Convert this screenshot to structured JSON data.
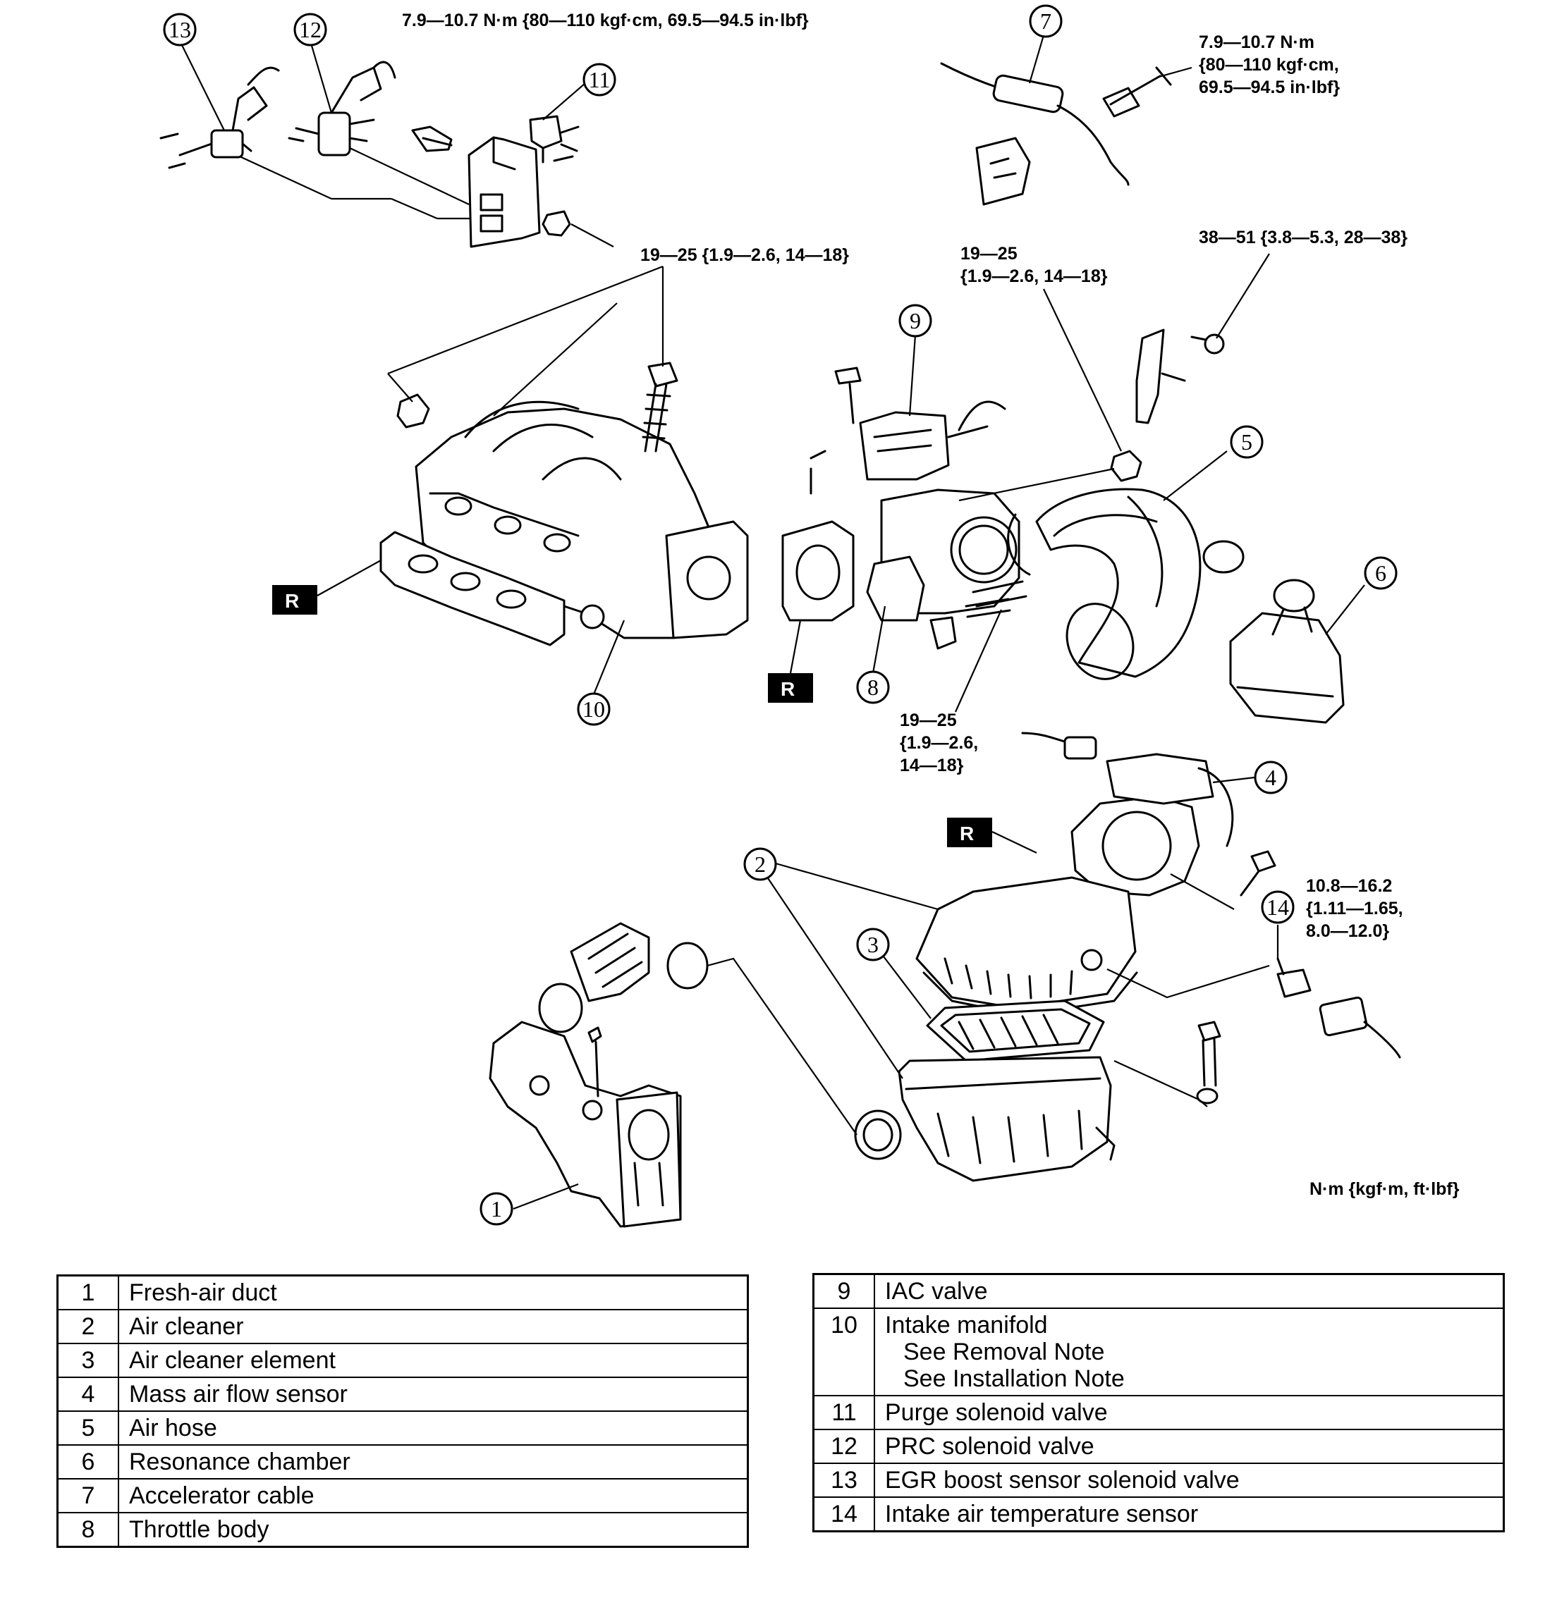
{
  "torque_specs": {
    "t_top_left": "7.9—10.7 N·m {80—110 kgf·cm, 69.5—94.5 in·lbf}",
    "t_top_right_1": "7.9—10.7 N·m",
    "t_top_right_2": "{80—110 kgf·cm,",
    "t_top_right_3": "69.5—94.5 in·lbf}",
    "t_manifold": "19—25 {1.9—2.6, 14—18}",
    "t_throttle_1": "19—25",
    "t_throttle_2": "{1.9—2.6, 14—18}",
    "t_bracket": "38—51 {3.8—5.3, 28—38}",
    "t_throttle_lower_1": "19—25",
    "t_throttle_lower_2": "{1.9—2.6,",
    "t_throttle_lower_3": "14—18}",
    "t_iat_1": "10.8—16.2",
    "t_iat_2": "{1.11—1.65,",
    "t_iat_3": "8.0—12.0}",
    "unit_note": "N·m {kgf·m, ft·lbf}"
  },
  "callouts": {
    "c1": "1",
    "c2": "2",
    "c3": "3",
    "c4": "4",
    "c5": "5",
    "c6": "6",
    "c7": "7",
    "c8": "8",
    "c9": "9",
    "c10": "10",
    "c11": "11",
    "c12": "12",
    "c13": "13",
    "c14": "14"
  },
  "replace_tag": "R",
  "legend_left": [
    {
      "num": "1",
      "name": "Fresh-air duct"
    },
    {
      "num": "2",
      "name": "Air cleaner"
    },
    {
      "num": "3",
      "name": "Air cleaner element"
    },
    {
      "num": "4",
      "name": "Mass air flow sensor"
    },
    {
      "num": "5",
      "name": "Air hose"
    },
    {
      "num": "6",
      "name": "Resonance chamber"
    },
    {
      "num": "7",
      "name": "Accelerator cable"
    },
    {
      "num": "8",
      "name": "Throttle body"
    }
  ],
  "legend_right": [
    {
      "num": "9",
      "name": "IAC valve"
    },
    {
      "num": "10",
      "name": "Intake manifold",
      "note1": "See Removal Note",
      "note2": "See Installation Note"
    },
    {
      "num": "11",
      "name": "Purge solenoid valve"
    },
    {
      "num": "12",
      "name": "PRC solenoid valve"
    },
    {
      "num": "13",
      "name": "EGR boost sensor solenoid valve"
    },
    {
      "num": "14",
      "name": "Intake air temperature sensor"
    }
  ]
}
